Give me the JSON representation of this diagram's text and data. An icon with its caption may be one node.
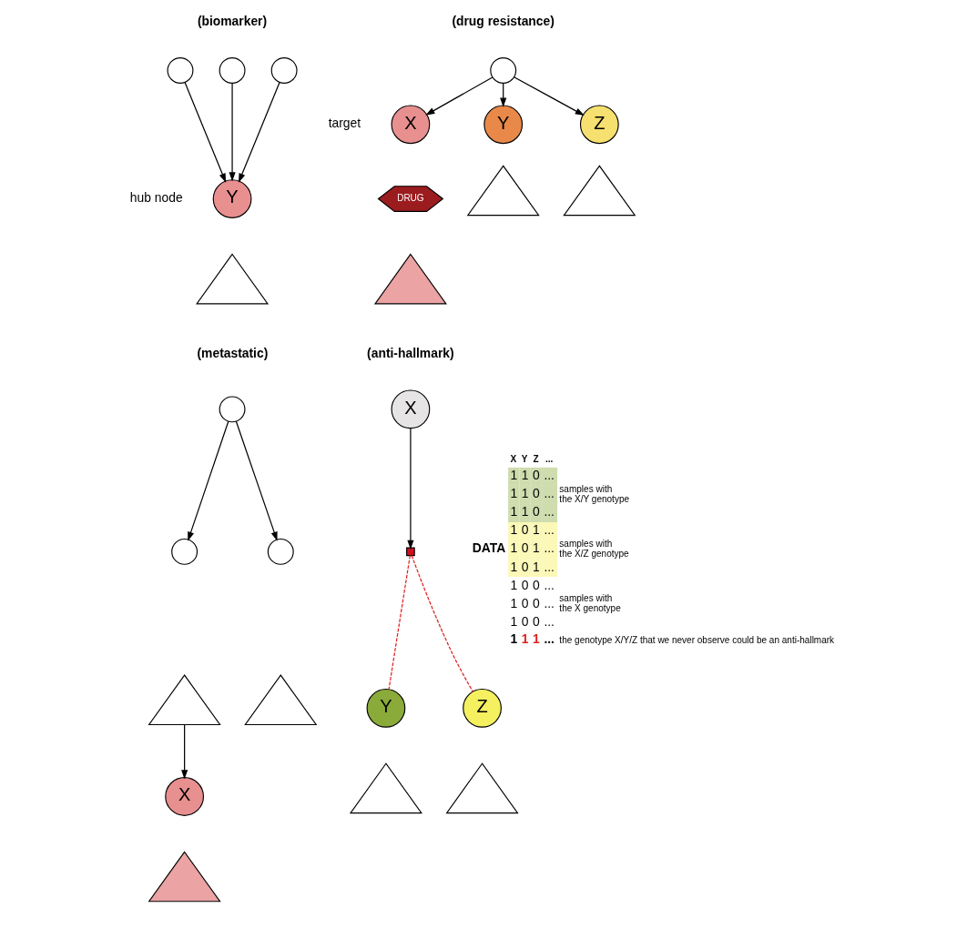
{
  "diagram": {
    "nodes": [
      {
        "text": [],
        "shape": "circle"
      },
      {
        "text": [],
        "shape": "circle"
      },
      {
        "text": [],
        "shape": "circle"
      },
      {
        "text": [
          "Y"
        ],
        "beside": [
          "hub node"
        ]
      },
      {
        "text": [],
        "shape": "triangle"
      },
      {
        "text": [],
        "shape": "circle"
      },
      {
        "text": [
          "X"
        ],
        "beside": [
          "target"
        ]
      },
      {
        "text": [
          "DRUG"
        ]
      },
      {
        "text": [],
        "shape": "triangle"
      },
      {
        "text": [
          "Y"
        ]
      },
      {
        "text": [],
        "shape": "triangle"
      },
      {
        "text": [
          "Z"
        ]
      },
      {
        "text": [],
        "shape": "triangle"
      },
      {
        "text": [],
        "shape": "circle"
      },
      {
        "text": [],
        "shape": "circle"
      },
      {
        "text": [],
        "shape": "circle"
      },
      {
        "text": [],
        "shape": "triangle"
      },
      {
        "text": [],
        "shape": "triangle"
      },
      {
        "text": [
          "X"
        ]
      },
      {
        "text": [],
        "shape": "triangle"
      },
      {
        "text": [
          "X"
        ]
      },
      {
        "text": [],
        "shape": "box"
      },
      {
        "text": [
          "Y"
        ]
      },
      {
        "text": [
          "Z"
        ]
      },
      {
        "text": [],
        "shape": "triangle"
      },
      {
        "text": [],
        "shape": "triangle"
      }
    ],
    "edges": [
      {
        "from": 0,
        "to": 3,
        "arrow": "to"
      },
      {
        "from": 1,
        "to": 3,
        "arrow": "to"
      },
      {
        "from": 2,
        "to": 3,
        "arrow": "to"
      },
      {
        "from": 5,
        "to": 6,
        "arrow": "to"
      },
      {
        "from": 5,
        "to": 9,
        "arrow": "to"
      },
      {
        "from": 5,
        "to": 11,
        "arrow": "to"
      },
      {
        "from": 13,
        "to": 14,
        "arrow": "to"
      },
      {
        "from": 13,
        "to": 15,
        "arrow": "to"
      },
      {
        "from": 16,
        "to": 18,
        "arrow": "to"
      },
      {
        "from": 20,
        "to": 21,
        "arrow": "to"
      },
      {
        "from": 21,
        "to": 22,
        "arrow": "none",
        "style": "dashed",
        "color": "#e02020"
      },
      {
        "from": 21,
        "to": 23,
        "arrow": "none",
        "style": "dashed",
        "color": "#e02020"
      }
    ],
    "labels": [
      "(biomarker)",
      "(drug resistance)",
      "(metastatic)",
      "(anti-hallmark)",
      "X",
      "Y",
      "Z",
      "...",
      "1",
      "1",
      "0",
      "...",
      "1",
      "1",
      "0",
      "...",
      "1",
      "1",
      "0",
      "...",
      "1",
      "0",
      "1",
      "...",
      "1",
      "0",
      "1",
      "...",
      "1",
      "0",
      "1",
      "...",
      "1",
      "0",
      "0",
      "...",
      "1",
      "0",
      "0",
      "...",
      "1",
      "0",
      "0",
      "...",
      "DATA",
      "samples with the X/Y genotype",
      "samples with the X/Z genotype",
      "samples with the X genotype",
      "1",
      "1",
      "1",
      "...",
      "the genotype X/Y/Z that we never observe could be an anti-hallmark"
    ]
  }
}
